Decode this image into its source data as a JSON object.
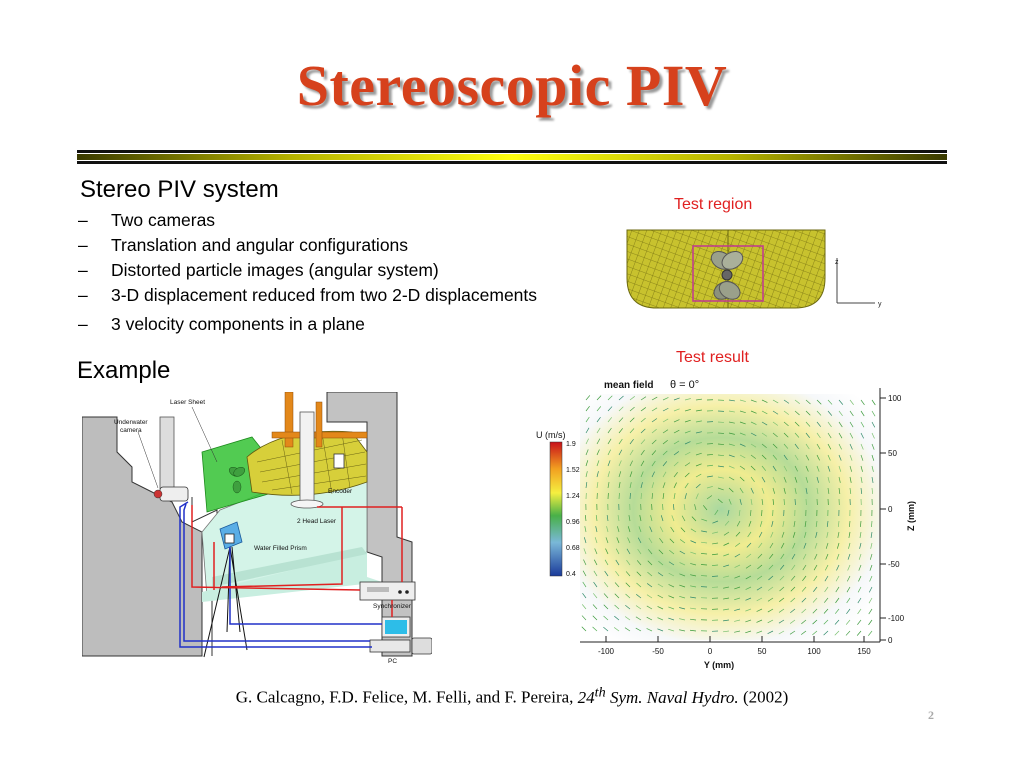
{
  "slide": {
    "title": "Stereoscopic PIV",
    "heading": "Stereo PIV system",
    "bullets": [
      "Two cameras",
      "Translation and angular configurations",
      "Distorted particle images (angular system)",
      "3-D displacement reduced from two 2-D displacements",
      "3 velocity components in a plane"
    ],
    "example_label": "Example",
    "page_number": "2"
  },
  "test_region": {
    "label": "Test region",
    "axis_z": "z",
    "axis_y": "y"
  },
  "test_result": {
    "label": "Test result",
    "mean_field_label": "mean field",
    "theta_label": "θ = 0°",
    "colorbar_title": "U (m/s)",
    "colorbar_ticks": [
      "1.9",
      "1.52",
      "1.24",
      "0.96",
      "0.68",
      "0.4"
    ],
    "x_axis_label": "Y (mm)",
    "x_ticks": [
      "-100",
      "-50",
      "0",
      "50",
      "100",
      "150"
    ],
    "y_axis_label": "Z (mm)",
    "y_ticks": [
      "100",
      "50",
      "0",
      "-50",
      "-100",
      "0"
    ]
  },
  "setup_diagram": {
    "labels": {
      "laser_sheet": "Laser Sheet",
      "underwater_camera_1": "Underwater",
      "underwater_camera_2": "camera",
      "encoder": "Encoder",
      "head_laser": "2 Head Laser",
      "water_prism": "Water Filled Prism",
      "synchronizer": "Synchronizer",
      "pc": "PC"
    }
  },
  "citation": {
    "authors": "G. Calcagno, F.D. Felice, M. Felli, and F. Pereira, ",
    "venue_num": "24",
    "venue_sup": "th",
    "venue_rest": " Sym. Naval Hydro.",
    "year": " (2002)"
  }
}
